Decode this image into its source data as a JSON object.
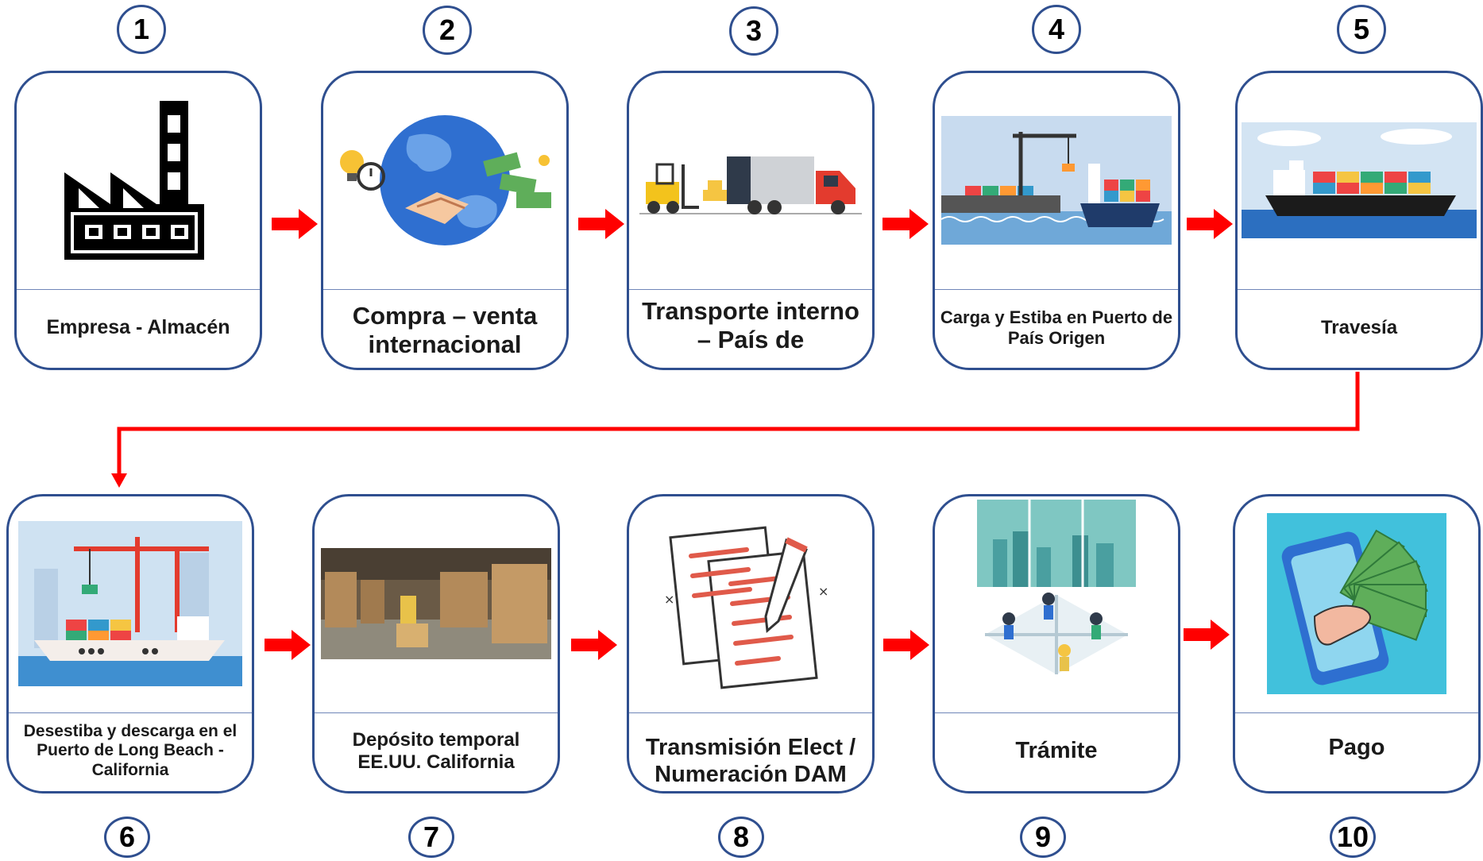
{
  "steps": [
    {
      "number": "1",
      "label": "Empresa - Almacén",
      "icon": "factory-icon"
    },
    {
      "number": "2",
      "label": "Compra – venta internacional",
      "icon": "globe-handshake-icon"
    },
    {
      "number": "3",
      "label": "Transporte interno – País de",
      "icon": "forklift-truck-icon"
    },
    {
      "number": "4",
      "label": "Carga y Estiba en Puerto de País Origen",
      "icon": "port-crane-ship-icon"
    },
    {
      "number": "5",
      "label": "Travesía",
      "icon": "container-ship-icon"
    },
    {
      "number": "6",
      "label": "Desestiba y descarga en el Puerto de Long Beach - California",
      "icon": "port-unload-icon"
    },
    {
      "number": "7",
      "label": "Depósito temporal EE.UU. California",
      "icon": "warehouse-icon"
    },
    {
      "number": "8",
      "label": "Transmisión Elect / Numeración DAM",
      "icon": "documents-pencil-icon"
    },
    {
      "number": "9",
      "label": "Trámite",
      "icon": "office-workers-icon"
    },
    {
      "number": "10",
      "label": "Pago",
      "icon": "phone-payment-icon"
    }
  ],
  "colors": {
    "border": "#2f4f8f",
    "arrow": "#ff0000"
  }
}
